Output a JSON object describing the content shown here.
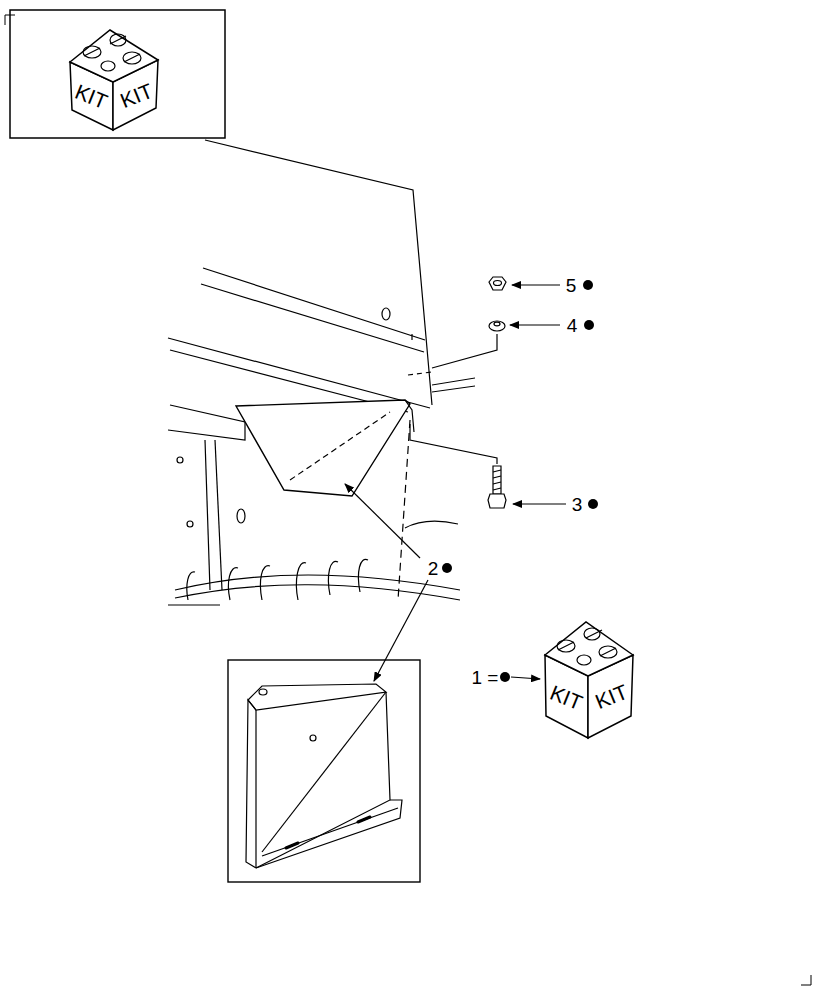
{
  "diagram": {
    "labels": [
      "KIT",
      "KIT",
      "5",
      "4",
      "3",
      "2",
      "1 =",
      "KIT",
      "KIT"
    ]
  }
}
